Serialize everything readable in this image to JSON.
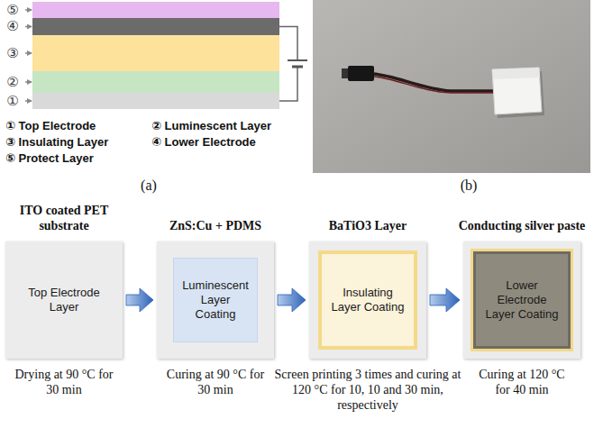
{
  "diagram": {
    "nodes": [
      {
        "text": [
          "ITO coated PET substrate",
          "Top Electrode Layer"
        ]
      },
      {
        "text": [
          "ZnS:Cu + PDMS"
        ]
      },
      {
        "text": [
          "Luminescent Layer Coating"
        ],
        "in": 1
      },
      {
        "text": [
          "BaTiO3 Layer"
        ]
      },
      {
        "text": [
          "Insulating Layer Coating"
        ],
        "in": 3
      },
      {
        "text": [
          "Conducting silver paste"
        ]
      },
      {
        "text": [
          "Lower Electrode Layer Coating"
        ],
        "in": 5
      }
    ],
    "edges": [
      {
        "from": 0,
        "to": 1,
        "arrow": "to"
      },
      {
        "from": 1,
        "to": 3,
        "arrow": "to"
      },
      {
        "from": 3,
        "to": 5,
        "arrow": "to"
      }
    ],
    "labels": [
      "⑤",
      "④",
      "③",
      "②",
      "①",
      "① Top Electrode",
      "② Luminescent Layer",
      "③ Insulating Layer",
      "④ Lower Electrode",
      "⑤ Protect Layer",
      "(a)",
      "(b)",
      "Drying at 90 °C for 30 min",
      "Curing at 90 °C for 30 min",
      "Screen printing 3 times and curing at 120 °C for 10, 10 and 30 min, respectively",
      "Curing at 120 °C for 40 min"
    ]
  }
}
